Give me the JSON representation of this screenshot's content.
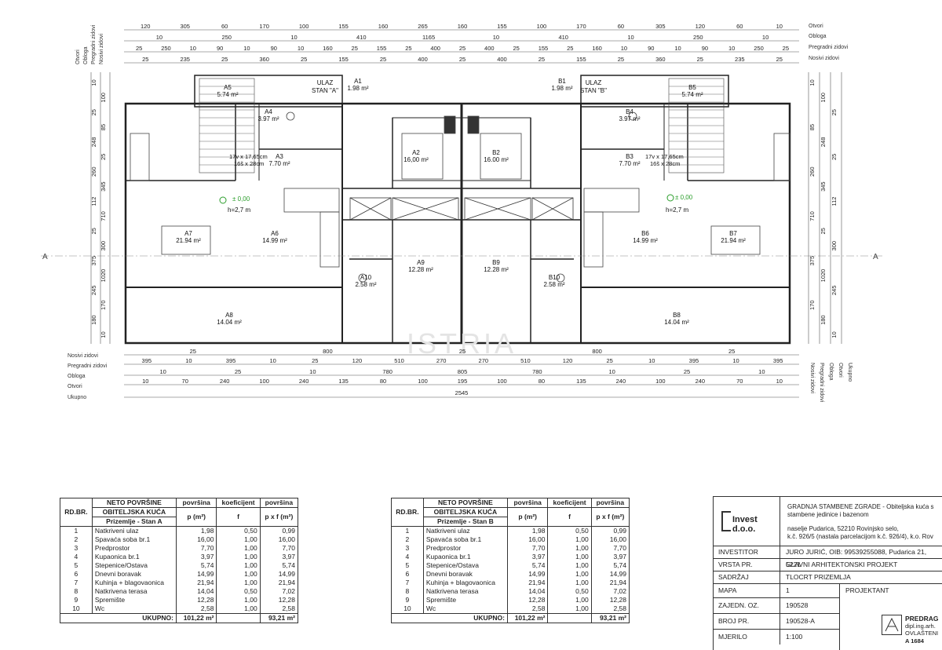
{
  "drawing": {
    "dim_labels_left_top": [
      "Otvori",
      "Obloga",
      "Pregradni zidovi",
      "Nosivi zidovi"
    ],
    "dim_labels_right_top": [
      "Otvori",
      "Obloga",
      "Pregradni zidovi",
      "Nosivi zidovi"
    ],
    "dim_labels_bottom": [
      "Nosivi zidovi",
      "Pregradni zidovi",
      "Obloga",
      "Otvori",
      "Ukupno"
    ],
    "dim_labels_right_side": [
      "Nosivi zidovi",
      "Pregradni zidovi",
      "Obloga",
      "Otvori",
      "Ukupno"
    ],
    "top_row1": [
      "120",
      "305",
      "60",
      "170",
      "100",
      "155",
      "160",
      "265",
      "160",
      "155",
      "100",
      "170",
      "60",
      "305",
      "120",
      "60",
      "10"
    ],
    "top_row2": [
      "10",
      "250",
      "10",
      "410",
      "1165",
      "10",
      "410",
      "10",
      "250",
      "10"
    ],
    "top_row3": [
      "25",
      "250",
      "10",
      "90",
      "10",
      "90",
      "10",
      "160",
      "25",
      "155",
      "25",
      "400",
      "25",
      "400",
      "25",
      "155",
      "25",
      "160",
      "10",
      "90",
      "10",
      "90",
      "10",
      "250",
      "25"
    ],
    "top_row4": [
      "25",
      "235",
      "25",
      "360",
      "25",
      "155",
      "25",
      "400",
      "25",
      "400",
      "25",
      "155",
      "25",
      "360",
      "25",
      "235",
      "25"
    ],
    "bottom_row1": [
      "25",
      "800",
      "25",
      "800",
      "25"
    ],
    "bottom_row2": [
      "395",
      "10",
      "395",
      "10",
      "25",
      "120",
      "510",
      "270",
      "270",
      "510",
      "120",
      "25",
      "10",
      "395",
      "10",
      "395"
    ],
    "bottom_row3": [
      "10",
      "25",
      "10",
      "780",
      "805",
      "780",
      "10",
      "25",
      "10"
    ],
    "bottom_row4": [
      "10",
      "70",
      "240",
      "100",
      "240",
      "135",
      "80",
      "100",
      "195",
      "100",
      "80",
      "135",
      "240",
      "100",
      "240",
      "70",
      "10"
    ],
    "bottom_total": "2545",
    "side_dims": [
      "10",
      "100",
      "25",
      "85",
      "248",
      "25",
      "260",
      "345",
      "112",
      "710",
      "25",
      "300",
      "375",
      "1020",
      "245",
      "170",
      "180",
      "10"
    ],
    "rooms_a": [
      {
        "code": "A5",
        "area": "5.74 m²"
      },
      {
        "code": "A4",
        "area": "3.97 m²"
      },
      {
        "code": "A3",
        "area": "7.70 m²"
      },
      {
        "code": "A1",
        "area": "1.98 m²"
      },
      {
        "code": "A2",
        "area": "16,00 m²"
      },
      {
        "code": "A7",
        "area": "21.94 m²"
      },
      {
        "code": "A6",
        "area": "14.99 m²"
      },
      {
        "code": "A8",
        "area": "14.04 m²"
      },
      {
        "code": "A9",
        "area": "12.28 m²"
      },
      {
        "code": "A10",
        "area": "2.58 m²"
      }
    ],
    "rooms_b": [
      {
        "code": "B5",
        "area": "5.74 m²"
      },
      {
        "code": "B4",
        "area": "3.97 m²"
      },
      {
        "code": "B3",
        "area": "7.70 m²"
      },
      {
        "code": "B1",
        "area": "1.98 m²"
      },
      {
        "code": "B2",
        "area": "16.00 m²"
      },
      {
        "code": "B7",
        "area": "21.94 m²"
      },
      {
        "code": "B6",
        "area": "14.99 m²"
      },
      {
        "code": "B8",
        "area": "14.04 m²"
      },
      {
        "code": "B9",
        "area": "12.28 m²"
      },
      {
        "code": "B10",
        "area": "2.58 m²"
      }
    ],
    "entrance_a": [
      "ULAZ",
      "STAN \"A\""
    ],
    "entrance_b": [
      "ULAZ",
      "STAN \"B\""
    ],
    "stairs_text": [
      "17v x 17,65cm",
      "16š x 28cm"
    ],
    "level": "± 0,00",
    "height": "h=2,7 m",
    "section_mark": "A",
    "watermark": "ISTRIA"
  },
  "table_a": {
    "col_rd": "RD.BR.",
    "col_name_1": "NETO POVRŠINE",
    "col_name_2": "OBITELJSKA KUĆA",
    "col_name_3": "Prizemlje - Stan A",
    "col_area": "površina",
    "col_area_unit": "p (m²)",
    "col_coef": "koeficijent",
    "col_coef_unit": "f",
    "col_total": "površina",
    "col_total_unit": "p x f (m²)",
    "rows": [
      [
        "1",
        "Natkriveni ulaz",
        "1,98",
        "0,50",
        "0,99"
      ],
      [
        "2",
        "Spavaća soba br.1",
        "16,00",
        "1,00",
        "16,00"
      ],
      [
        "3",
        "Predprostor",
        "7,70",
        "1,00",
        "7,70"
      ],
      [
        "4",
        "Kupaonica br.1",
        "3,97",
        "1,00",
        "3,97"
      ],
      [
        "5",
        "Stepenice/Ostava",
        "5,74",
        "1,00",
        "5,74"
      ],
      [
        "6",
        "Dnevni boravak",
        "14,99",
        "1,00",
        "14,99"
      ],
      [
        "7",
        "Kuhinja + blagovaonica",
        "21,94",
        "1,00",
        "21,94"
      ],
      [
        "8",
        "Natkrivena terasa",
        "14,04",
        "0,50",
        "7,02"
      ],
      [
        "9",
        "Spremište",
        "12,28",
        "1,00",
        "12,28"
      ],
      [
        "10",
        "Wc",
        "2,58",
        "1,00",
        "2,58"
      ]
    ],
    "total_label": "UKUPNO:",
    "total_area": "101,22",
    "total_area_unit": "m²",
    "total_pf": "93,21",
    "total_pf_unit": "m²"
  },
  "table_b": {
    "col_rd": "RD.BR.",
    "col_name_1": "NETO POVRŠINE",
    "col_name_2": "OBITELJSKA KUĆA",
    "col_name_3": "Prizemlje - Stan B",
    "col_area": "površina",
    "col_area_unit": "p (m²)",
    "col_coef": "koeficijent",
    "col_coef_unit": "f",
    "col_total": "površina",
    "col_total_unit": "p x f (m²)",
    "rows": [
      [
        "1",
        "Natkriveni ulaz",
        "1,98",
        "0,50",
        "0,99"
      ],
      [
        "2",
        "Spavaća soba br.1",
        "16,00",
        "1,00",
        "16,00"
      ],
      [
        "3",
        "Predprostor",
        "7,70",
        "1,00",
        "7,70"
      ],
      [
        "4",
        "Kupaonica br.1",
        "3,97",
        "1,00",
        "3,97"
      ],
      [
        "5",
        "Stepenice/Ostava",
        "5,74",
        "1,00",
        "5,74"
      ],
      [
        "6",
        "Dnevni boravak",
        "14,99",
        "1,00",
        "14,99"
      ],
      [
        "7",
        "Kuhinja + blagovaonica",
        "21,94",
        "1,00",
        "21,94"
      ],
      [
        "8",
        "Natkrivena terasa",
        "14,04",
        "0,50",
        "7,02"
      ],
      [
        "9",
        "Spremište",
        "12,28",
        "1,00",
        "12,28"
      ],
      [
        "10",
        "Wc",
        "2,58",
        "1,00",
        "2,58"
      ]
    ],
    "total_label": "UKUPNO:",
    "total_area": "101,22",
    "total_area_unit": "m²",
    "total_pf": "93,21",
    "total_pf_unit": "m²"
  },
  "title_block": {
    "logo_text": "Invest d.o.o.",
    "project_line1": "GRADNJA STAMBENE ZGRADE - Obiteljska kuća s",
    "project_line2": "stambene jedinice i bazenom",
    "location_line1": "naselje Pudarica,  52210 Rovinjsko selo,",
    "location_line2": "k.č. 926/5 (nastala parcelacijom k.č. 926/4), k.o. Rov",
    "investitor_label": "INVESTITOR",
    "investitor_value": "JURO JURIĆ, OIB: 99539255088, Pudarica 21, 5221",
    "vrsta_label": "VRSTA PR.",
    "vrsta_value": "GLAVNI ARHITEKTONSKI PROJEKT",
    "sadrzaj_label": "SADRŽAJ",
    "sadrzaj_value": "TLOCRT PRIZEMLJA",
    "mapa_label": "MAPA",
    "mapa_value": "1",
    "projektant_label": "PROJEKTANT",
    "zajedn_label": "ZAJEDN. OZ.",
    "zajedn_value": "190528",
    "broj_label": "BROJ PR.",
    "broj_value": "190528-A",
    "mjerilo_label": "MJERILO",
    "mjerilo_value": "1:100",
    "stamp_line1": "PREDRAG",
    "stamp_line2": "dipl.ing.arh.",
    "stamp_line3": "OVLAŠTENI",
    "stamp_line4": "A 1684"
  }
}
